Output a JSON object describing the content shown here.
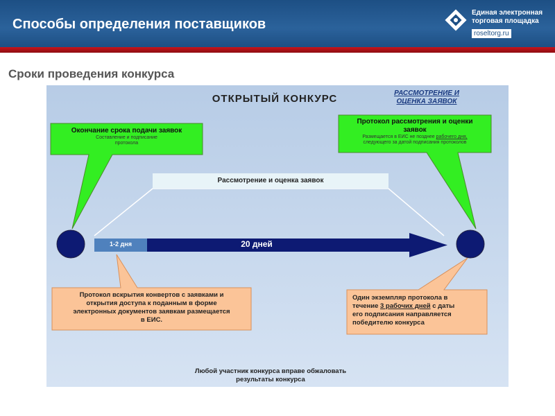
{
  "header": {
    "title": "Способы определения поставщиков",
    "logo_line1": "Единая электронная",
    "logo_line2": "торговая площадка",
    "logo_site": "roseltorg.ru"
  },
  "subtitle": "Сроки проведения конкурса",
  "diagram": {
    "title": "ОТКРЫТЫЙ КОНКУРС",
    "corner_title_line1": "РАССМОТРЕНИЕ И",
    "corner_title_line2": "ОЦЕНКА ЗАЯВОК",
    "deadline_box": {
      "title": "Окончание срока подачи заявок",
      "sub_line1": "Составление и подписание",
      "sub_line2": "протокола"
    },
    "protocol_box": {
      "title_line1": "Протокол рассмотрения и оценки",
      "title_line2": "заявок",
      "sub_part1": "Размещается в ЕИС не позднее ",
      "sub_underlined": "рабочего дня,",
      "sub_line2": "следующего за датой подписания протоколов"
    },
    "review_label": "Рассмотрение и оценка заявок",
    "short_period": "1-2 дня",
    "long_period": "20 дней",
    "opening_box": {
      "line1": "Протокол вскрытия конвертов с заявками и",
      "line2": "открытия доступа к поданным в форме",
      "line3": "электронных документов заявкам размещается",
      "line4": "в ЕИС."
    },
    "winner_box": {
      "line1": "Один экземпляр протокола в",
      "line2_part1": "течение ",
      "line2_underlined": "3 рабочих дней",
      "line2_part2": " с даты",
      "line3": "его подписания направляется",
      "line4": "победителю конкурса"
    },
    "footer_line1": "Любой участник конкурса вправе обжаловать",
    "footer_line2": "результаты конкурса"
  },
  "colors": {
    "header_blue": "#1d4f84",
    "red_bar": "#c7141b",
    "callout_green": "#33ee22",
    "callout_orange": "#fbc498",
    "timeline_navy": "#0d1a73",
    "short_segment": "#4f81bd",
    "review_bar": "#e8f4f8"
  },
  "icons": [
    "roseltorg-logo-icon"
  ]
}
